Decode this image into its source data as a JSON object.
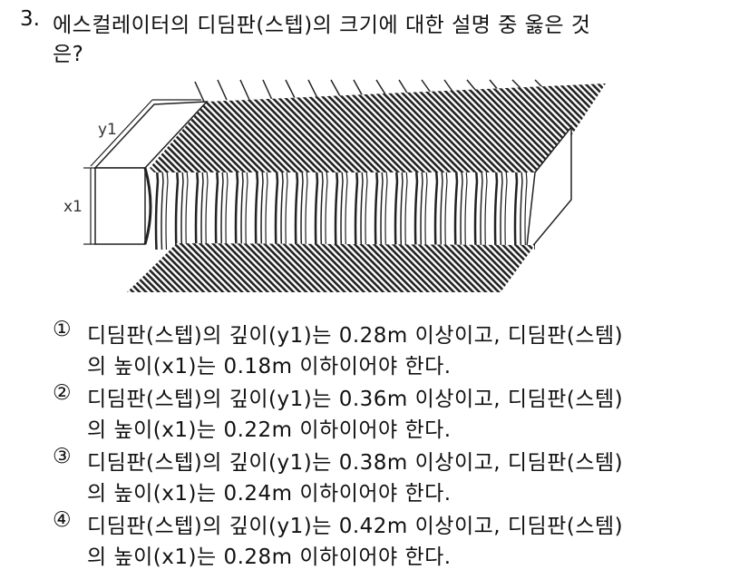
{
  "question": {
    "number": "3.",
    "text_line1": "에스컬레이터의 디딤판(스텝)의 크기에 대한 설명 중 옳은 것",
    "text_line2": "은?"
  },
  "figure": {
    "label_depth": "y1",
    "label_height": "x1"
  },
  "options": [
    {
      "marker": "①",
      "line1": "디딤판(스텝)의 깊이(y1)는 0.28m 이상이고, 디딤판(스템)",
      "line2": "의 높이(x1)는 0.18m 이하이어야 한다."
    },
    {
      "marker": "②",
      "line1": "디딤판(스텝)의 깊이(y1)는 0.36m 이상이고, 디딤판(스템)",
      "line2": "의 높이(x1)는 0.22m 이하이어야 한다."
    },
    {
      "marker": "③",
      "line1": "디딤판(스텝)의 깊이(y1)는 0.38m 이상이고, 디딤판(스템)",
      "line2": "의 높이(x1)는 0.24m 이하이어야 한다."
    },
    {
      "marker": "④",
      "line1": "디딤판(스텝)의 깊이(y1)는 0.42m 이상이고, 디딤판(스템)",
      "line2": "의 높이(x1)는 0.28m 이하이어야 한다."
    }
  ]
}
